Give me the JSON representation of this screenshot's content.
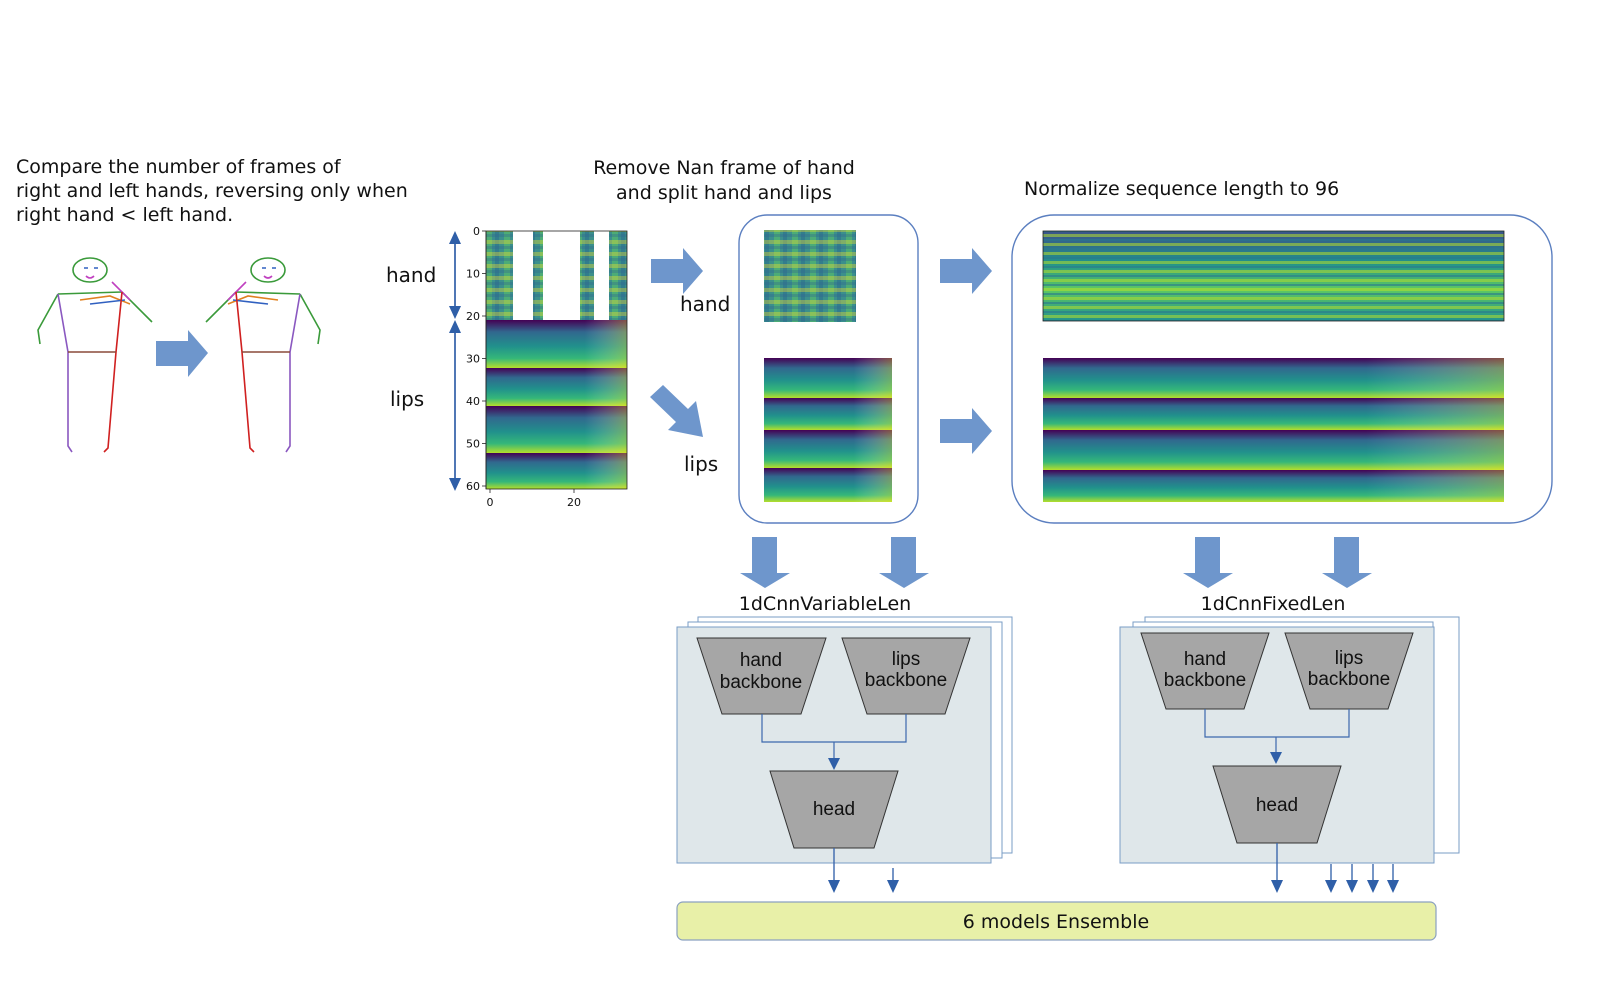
{
  "steps": {
    "flip_caption": [
      "Compare the number of frames of",
      "right and left hands, reversing only when",
      "right hand < left hand."
    ],
    "split_caption": [
      "Remove Nan frame of hand",
      "and split hand and lips"
    ],
    "normalize_caption": "Normalize sequence length to 96"
  },
  "heatmap": {
    "y_ticks": [
      "0",
      "10",
      "20",
      "30",
      "40",
      "50",
      "60"
    ],
    "x_ticks": [
      "0",
      "20"
    ],
    "hand_label": "hand",
    "lips_label": "lips"
  },
  "split": {
    "hand_label": "hand",
    "lips_label": "lips"
  },
  "models": {
    "variable": {
      "title": "1dCnnVariableLen",
      "hand_backbone": [
        "hand",
        "backbone"
      ],
      "lips_backbone": [
        "lips",
        "backbone"
      ],
      "head": "head"
    },
    "fixed": {
      "title": "1dCnnFixedLen",
      "hand_backbone": [
        "hand",
        "backbone"
      ],
      "lips_backbone": [
        "lips",
        "backbone"
      ],
      "head": "head"
    }
  },
  "ensemble": {
    "label": "6 models Ensemble"
  },
  "colors": {
    "arrow_fill": "#6e96cc",
    "arrow_dark": "#3c68ad",
    "panel_fill": "#dfe7ea",
    "panel_stroke": "#7a9cc6",
    "block_fill": "#a6a6a6",
    "ensemble_fill": "#e8f0a8",
    "viridis": [
      "#440154",
      "#3b528b",
      "#21918c",
      "#5ec962",
      "#fde725"
    ]
  }
}
